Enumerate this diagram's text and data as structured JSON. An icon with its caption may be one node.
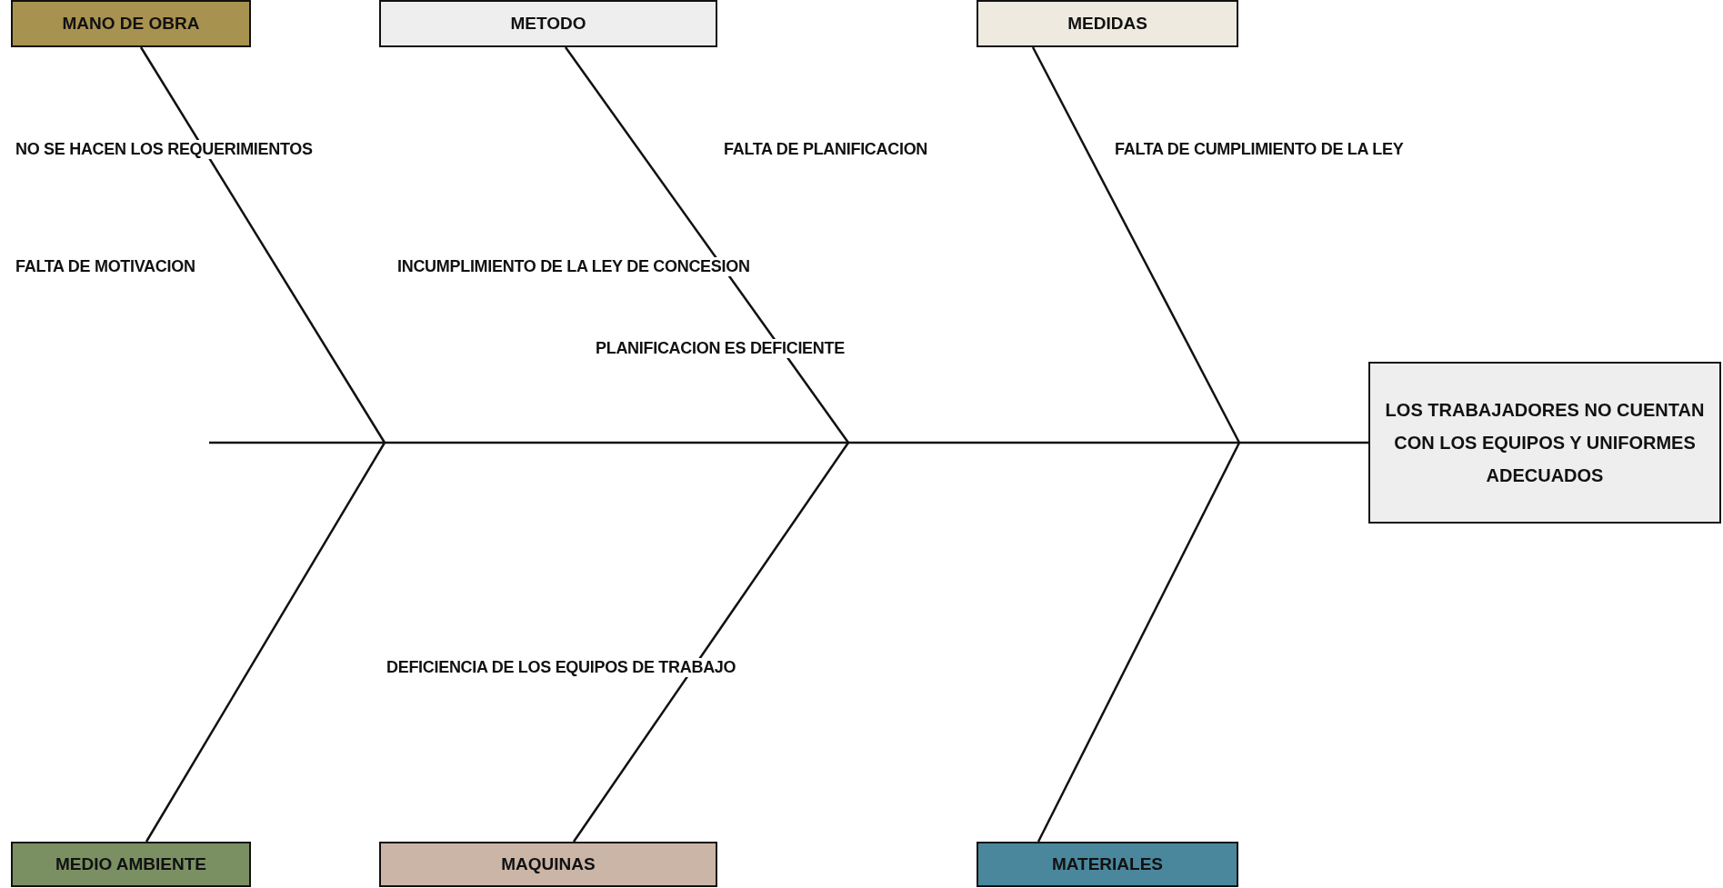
{
  "diagram": {
    "nodes": [
      {
        "text": [
          "MANO DE OBRA"
        ]
      },
      {
        "text": [
          "METODO"
        ]
      },
      {
        "text": [
          "MEDIDAS"
        ]
      },
      {
        "text": [
          "LOS TRABAJADORES NO CUENTAN CON LOS EQUIPOS Y UNIFORMES ADECUADOS"
        ]
      },
      {
        "text": [
          "MEDIO AMBIENTE"
        ]
      },
      {
        "text": [
          "MAQUINAS"
        ]
      },
      {
        "text": [
          "MATERIALES"
        ]
      }
    ],
    "edges": [
      {
        "from": null,
        "to": 3,
        "arrow": "none"
      },
      {
        "from": 0,
        "to": null,
        "arrow": "none"
      },
      {
        "from": 1,
        "to": null,
        "arrow": "none"
      },
      {
        "from": 2,
        "to": null,
        "arrow": "none"
      },
      {
        "from": 4,
        "to": null,
        "arrow": "none"
      },
      {
        "from": 5,
        "to": null,
        "arrow": "none"
      },
      {
        "from": 6,
        "to": null,
        "arrow": "none"
      }
    ],
    "labels": [
      "NO SE HACEN LOS REQUERIMIENTOS",
      "FALTA DE PLANIFICACION",
      "FALTA DE CUMPLIMIENTO DE LA LEY",
      "FALTA DE MOTIVACION",
      "INCUMPLIMIENTO DE LA LEY DE CONCESION",
      "PLANIFICACION ES DEFICIENTE",
      "DEFICIENCIA DE LOS EQUIPOS DE TRABAJO"
    ]
  }
}
